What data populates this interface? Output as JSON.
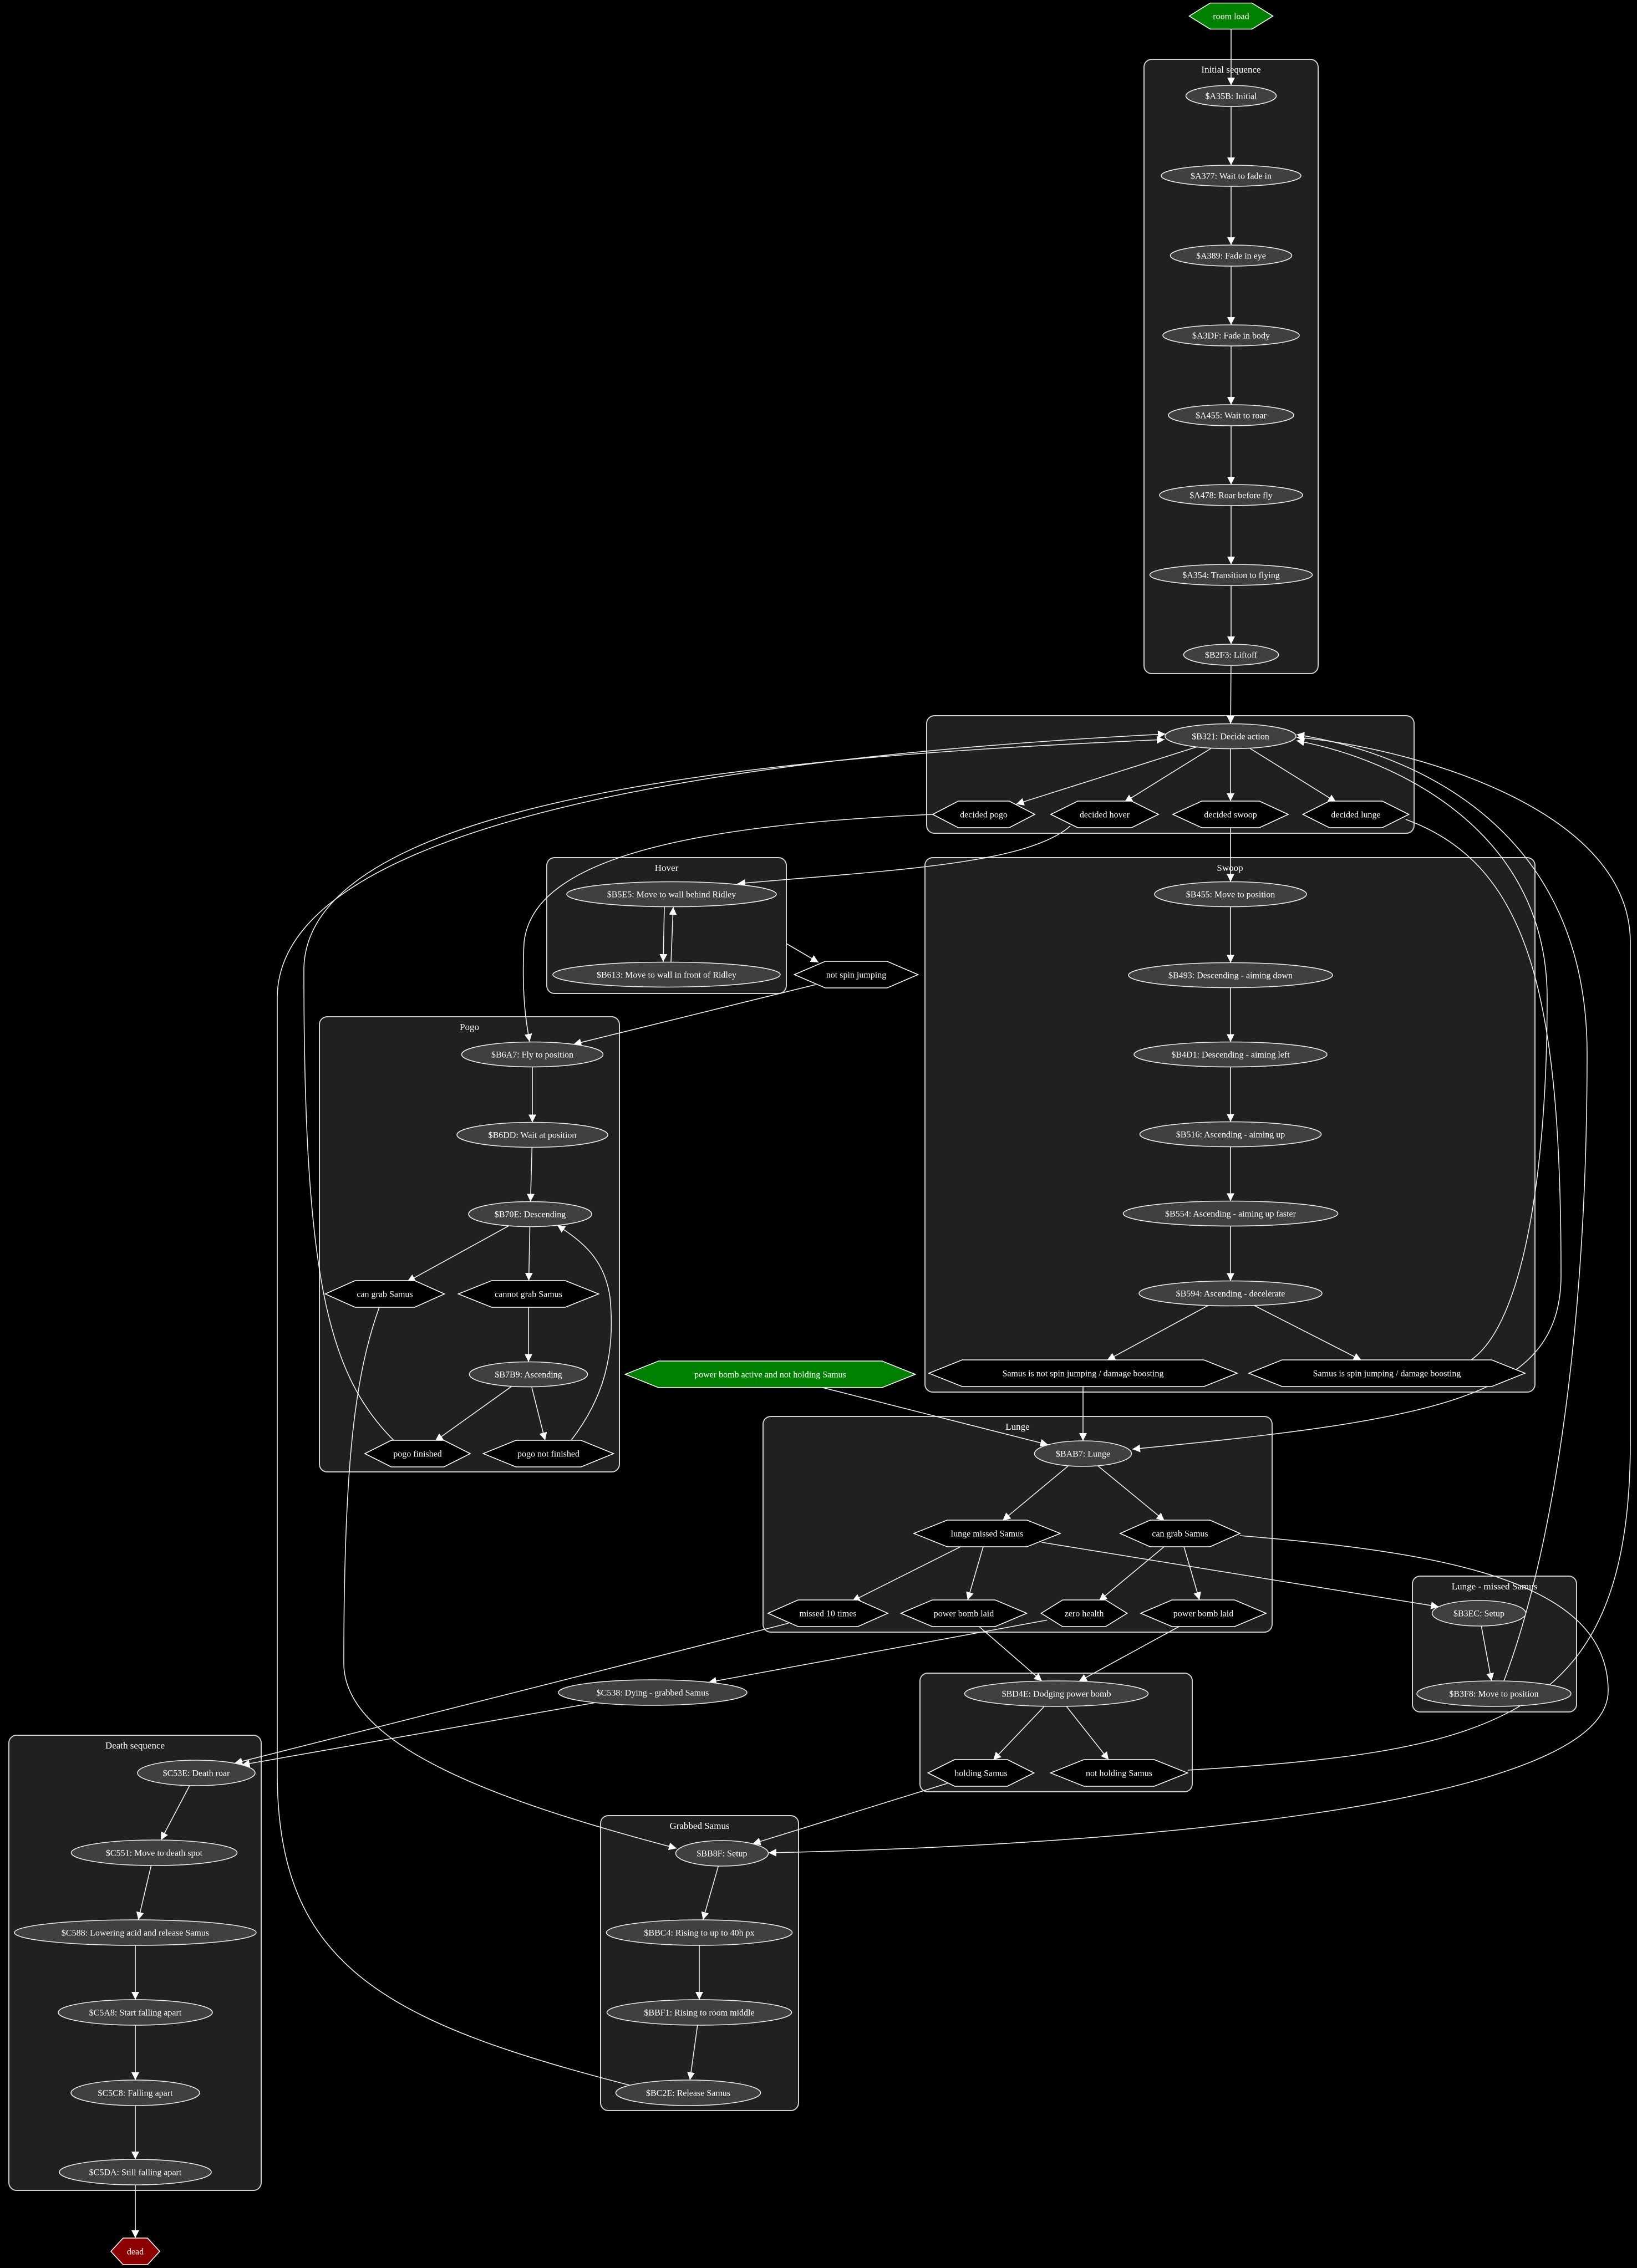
{
  "clusters": {
    "initial": "Initial sequence",
    "decide": "",
    "hover": "Hover",
    "swoop": "Swoop",
    "pogo": "Pogo",
    "lunge": "Lunge",
    "lunge_missed": "Lunge - missed Samus",
    "dodge": "",
    "death": "Death sequence",
    "grabbed": "Grabbed Samus"
  },
  "nodes": {
    "room_load": "room load",
    "A35B": "$A35B: Initial",
    "A377": "$A377: Wait to fade in",
    "A389": "$A389: Fade in eye",
    "A3DF": "$A3DF: Fade in body",
    "A455": "$A455: Wait to roar",
    "A478": "$A478: Roar before fly",
    "A354": "$A354: Transition to flying",
    "B2F3": "$B2F3: Liftoff",
    "B321": "$B321: Decide action",
    "dec_pogo": "decided pogo",
    "dec_hover": "decided hover",
    "dec_swoop": "decided swoop",
    "dec_lunge": "decided lunge",
    "B5E5": "$B5E5: Move to wall behind Ridley",
    "B613": "$B613: Move to wall in front of Ridley",
    "not_spin": "not spin jumping",
    "B455": "$B455: Move to position",
    "B493": "$B493: Descending - aiming down",
    "B4D1": "$B4D1: Descending - aiming left",
    "B516": "$B516: Ascending - aiming up",
    "B554": "$B554: Ascending - aiming up faster",
    "B594": "$B594: Ascending - decelerate",
    "samus_not_spin": "Samus is not spin jumping / damage boosting",
    "samus_spin": "Samus is spin jumping / damage boosting",
    "B6A7": "$B6A7: Fly to position",
    "B6DD": "$B6DD: Wait at position",
    "B70E": "$B70E: Descending",
    "pogo_can_grab": "can grab Samus",
    "pogo_cannot_grab": "cannot grab Samus",
    "B7B9": "$B7B9: Ascending",
    "pogo_finished": "pogo finished",
    "pogo_not_finished": "pogo not finished",
    "pb_active": "power bomb active and not holding Samus",
    "BAB7": "$BAB7: Lunge",
    "lunge_missed": "lunge missed Samus",
    "lunge_can_grab": "can grab Samus",
    "missed10": "missed 10 times",
    "pb_laid1": "power bomb laid",
    "zero_health": "zero health",
    "pb_laid2": "power bomb laid",
    "B3EC": "$B3EC: Setup",
    "B3F8": "$B3F8: Move to position",
    "BD4E": "$BD4E: Dodging power bomb",
    "holding": "holding Samus",
    "not_holding": "not holding Samus",
    "C538": "$C538: Dying - grabbed Samus",
    "C53E": "$C53E: Death roar",
    "C551": "$C551: Move to death spot",
    "C588": "$C588: Lowering acid and release Samus",
    "C5A8": "$C5A8: Start falling apart",
    "C5C8": "$C5C8: Falling apart",
    "C5DA": "$C5DA: Still falling apart",
    "dead": "dead",
    "BB8F": "$BB8F: Setup",
    "BBC4": "$BBC4: Rising to up to 40h px",
    "BBF1": "$BBF1: Rising to room middle",
    "BC2E": "$BC2E: Release Samus"
  },
  "colors": {
    "start": "#008000",
    "end": "#8b0000",
    "state": "#404040",
    "cluster": "#202020"
  }
}
